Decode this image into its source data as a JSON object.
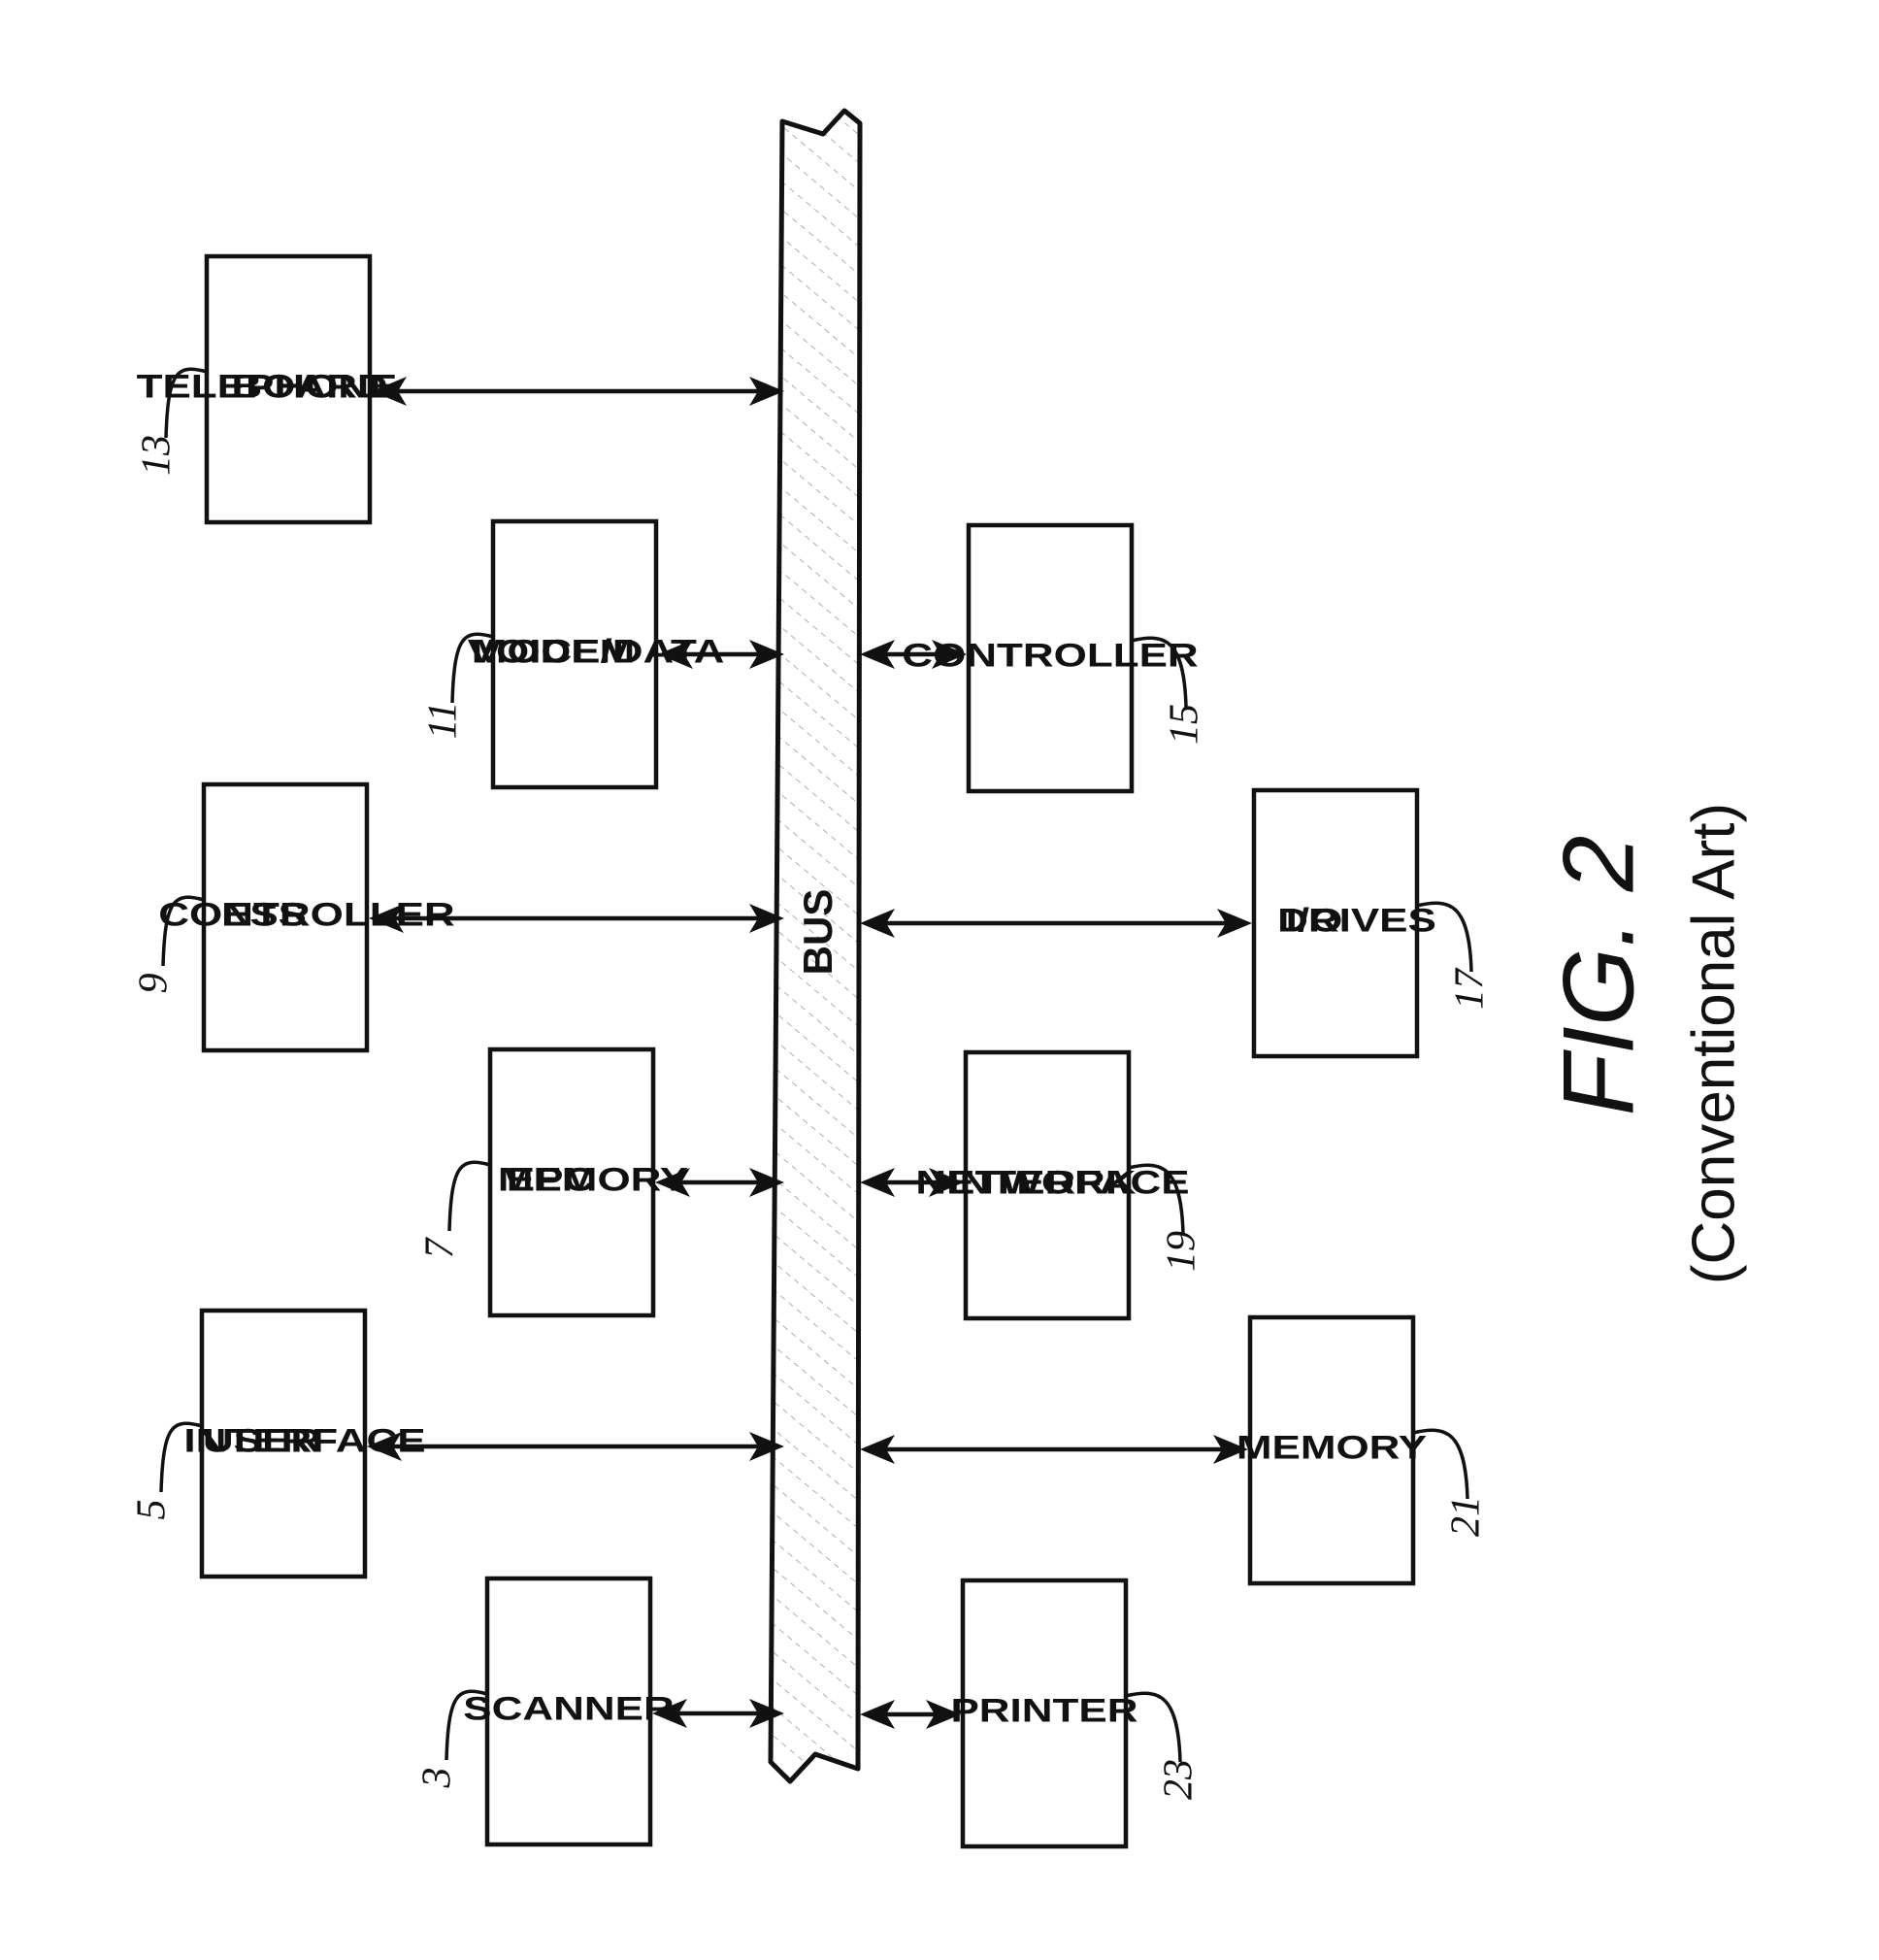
{
  "figure": {
    "title": "FIG. 2",
    "subtitle": "(Conventional Art)"
  },
  "bus": {
    "label": "BUS"
  },
  "blocks": [
    {
      "id": "scanner",
      "ref": "3",
      "lines": [
        "SCANNER"
      ]
    },
    {
      "id": "user-interface",
      "ref": "5",
      "lines": [
        "USER",
        "INTERFACE"
      ]
    },
    {
      "id": "epc-memory",
      "ref": "7",
      "lines": [
        "EPC",
        "MEMORY"
      ]
    },
    {
      "id": "ess-controller",
      "ref": "9",
      "lines": [
        "ESS",
        "CONTROLLER"
      ]
    },
    {
      "id": "modem-voice-data",
      "ref": "11",
      "lines": [
        "MODEM",
        "VOICE/DATA"
      ]
    },
    {
      "id": "telephone-board",
      "ref": "13",
      "lines": [
        "TELEPHONE",
        "BOARD"
      ]
    },
    {
      "id": "controller",
      "ref": "15",
      "lines": [
        "CONTROLLER"
      ]
    },
    {
      "id": "io-drives",
      "ref": "17",
      "lines": [
        "I/O",
        "DRIVES"
      ]
    },
    {
      "id": "network-interface",
      "ref": "19",
      "lines": [
        "NETWORK",
        "INTERFACE"
      ]
    },
    {
      "id": "memory",
      "ref": "21",
      "lines": [
        "MEMORY"
      ]
    },
    {
      "id": "printer",
      "ref": "23",
      "lines": [
        "PRINTER"
      ]
    }
  ]
}
